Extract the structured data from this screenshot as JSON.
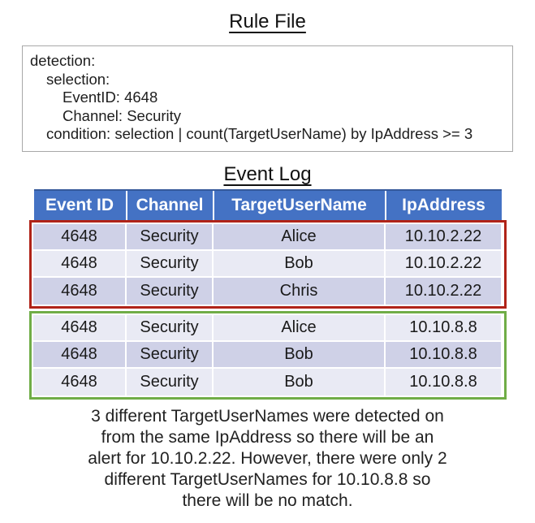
{
  "rule_file": {
    "title": "Rule File",
    "lines": [
      {
        "indent": 0,
        "text": "detection:"
      },
      {
        "indent": 1,
        "text": "selection:"
      },
      {
        "indent": 2,
        "text": "EventID: 4648"
      },
      {
        "indent": 2,
        "text": "Channel: Security"
      },
      {
        "indent": 1,
        "text": "condition: selection | count(TargetUserName) by IpAddress >= 3"
      }
    ]
  },
  "event_log": {
    "title": "Event Log",
    "columns": [
      "Event ID",
      "Channel",
      "TargetUserName",
      "IpAddress"
    ],
    "row_groups": [
      {
        "name": "alert-group",
        "outline_color": "#B02318",
        "rows": [
          [
            "4648",
            "Security",
            "Alice",
            "10.10.2.22"
          ],
          [
            "4648",
            "Security",
            "Bob",
            "10.10.2.22"
          ],
          [
            "4648",
            "Security",
            "Chris",
            "10.10.2.22"
          ]
        ]
      },
      {
        "name": "no-match-group",
        "outline_color": "#70AD47",
        "rows": [
          [
            "4648",
            "Security",
            "Alice",
            "10.10.8.8"
          ],
          [
            "4648",
            "Security",
            "Bob",
            "10.10.8.8"
          ],
          [
            "4648",
            "Security",
            "Bob",
            "10.10.8.8"
          ]
        ]
      }
    ]
  },
  "explanation": {
    "lines": [
      "3 different TargetUserNames were detected on",
      "from the same IpAddress so there will be an",
      "alert for 10.10.2.22. However, there were only 2",
      "different TargetUserNames for 10.10.8.8 so",
      "there will be no match."
    ]
  },
  "colors": {
    "header_bg": "#4472C4",
    "header_text": "#FFFFFF",
    "band_dark": "#CFD1E7",
    "band_light": "#E9EAF4",
    "alert_outline": "#B02318",
    "no_match_outline": "#70AD47",
    "rule_box_border": "#A8A8A8"
  }
}
